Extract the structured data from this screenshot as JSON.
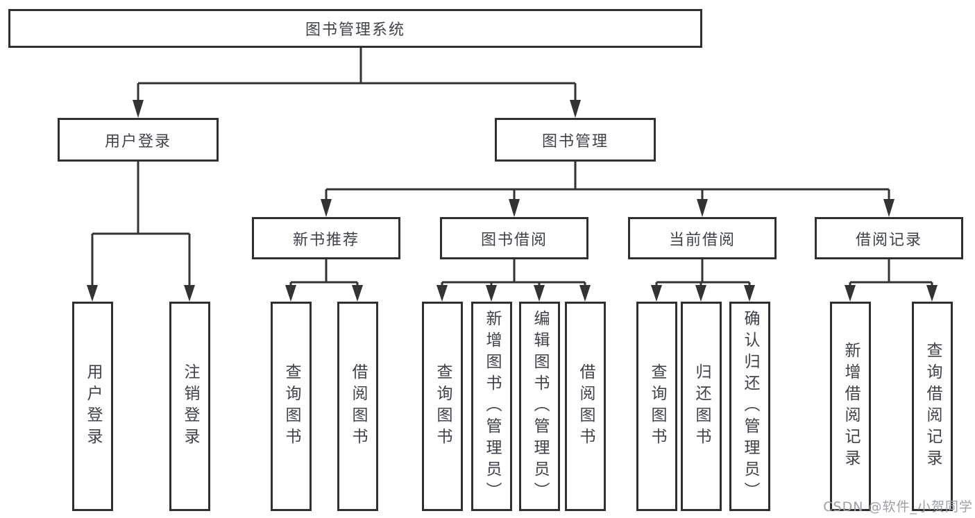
{
  "diagram": {
    "watermark": "CSDN @软件_小贺同学",
    "colors": {
      "line": "#333333",
      "border": "#2e2f31",
      "text": "#3e4249",
      "watermark": "#9aa0a6",
      "background": "#ffffff"
    },
    "root": {
      "label": "图书管理系统"
    },
    "level2": [
      {
        "label": "用户登录"
      },
      {
        "label": "图书管理"
      }
    ],
    "level3": [
      {
        "label": "新书推荐"
      },
      {
        "label": "图书借阅"
      },
      {
        "label": "当前借阅"
      },
      {
        "label": "借阅记录"
      }
    ],
    "leaves": [
      {
        "label": "用户登录"
      },
      {
        "label": "注销登录"
      },
      {
        "label": "查询图书"
      },
      {
        "label": "借阅图书"
      },
      {
        "label": "查询图书"
      },
      {
        "label": "新增图书（管理员）"
      },
      {
        "label": "编辑图书（管理员）"
      },
      {
        "label": "借阅图书"
      },
      {
        "label": "查询图书"
      },
      {
        "label": "归还图书"
      },
      {
        "label": "确认归还（管理员）"
      },
      {
        "label": "新增借阅记录"
      },
      {
        "label": "查询借阅记录"
      }
    ]
  }
}
